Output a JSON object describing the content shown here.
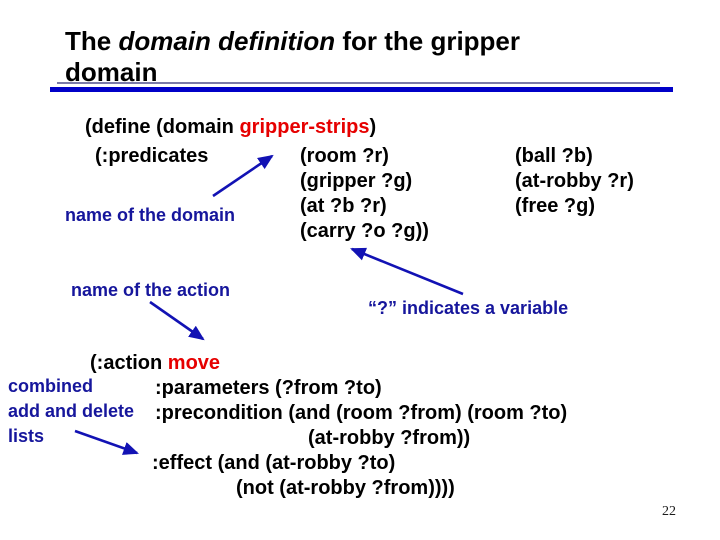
{
  "slide": {
    "title": {
      "prefix": "The ",
      "emphasis": "domain definition",
      "suffix": " for the gripper",
      "line2": "domain"
    },
    "colors": {
      "code_red": "#e60000",
      "label_blue": "#16169c",
      "arrow_blue": "#1212b4",
      "underline_blue": "#0000c8",
      "thin_rule_gray": "#7a7aa8"
    },
    "code_define": {
      "define_prefix": "(define (domain ",
      "domain_name": "gripper-strips",
      "define_suffix": ")",
      "predicates_keyword": "(:predicates",
      "predicates_col1": [
        "(room ?r)",
        "(gripper ?g)",
        "(at ?b ?r)",
        "(carry ?o ?g))"
      ],
      "predicates_col2": [
        "(ball ?b)",
        "(at-robby ?r)",
        "(free ?g)"
      ]
    },
    "annotations": {
      "domain_label": "name of the domain",
      "action_label": "name of the action",
      "variable_note": "“?” indicates a variable",
      "lists_label_lines": [
        "combined",
        "add and delete",
        "lists"
      ]
    },
    "code_action": {
      "action_prefix": "(:action ",
      "action_name": "move",
      "lines": [
        ":parameters (?from ?to)",
        ":precondition (and (room ?from) (room ?to)",
        "(at-robby ?from))",
        ":effect (and (at-robby ?to)",
        "(not (at-robby ?from))))"
      ]
    },
    "page_number": "22"
  }
}
